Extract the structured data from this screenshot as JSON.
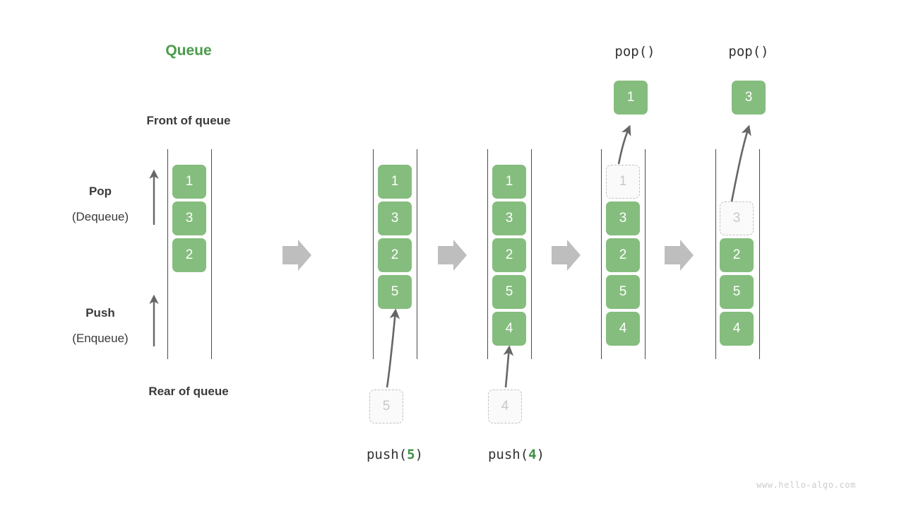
{
  "diagram": {
    "title": "Queue",
    "front_label": "Front of queue",
    "rear_label": "Rear of queue",
    "pop_label": "Pop",
    "pop_sub": "(Dequeue)",
    "push_label": "Push",
    "push_sub": "(Enqueue)",
    "watermark": "www.hello-algo.com",
    "colors": {
      "element": "#85bd7e",
      "element_text": "#ffffff",
      "ghost_fill": "#fafafa",
      "ghost_border": "#c2c2c2",
      "ghost_text": "#c9c9c9",
      "title": "#4a9b4a",
      "label": "#3a3a3a",
      "rail": "#4a4a4a",
      "arrow": "#666666",
      "step_arrow": "#bebebe",
      "watermark": "#cccccc"
    }
  },
  "panels": [
    {
      "id": "initial",
      "caption": "",
      "caption_prefix": "",
      "caption_number": "",
      "caption_suffix": "",
      "op_label": "",
      "popped": "",
      "items": [
        "1",
        "3",
        "2"
      ],
      "ghost_in_queue": "",
      "ghost_below": ""
    },
    {
      "id": "after-push-5",
      "caption_prefix": "push(",
      "caption_number": "5",
      "caption_suffix": ")",
      "op_label": "",
      "popped": "",
      "items": [
        "1",
        "3",
        "2",
        "5"
      ],
      "ghost_in_queue": "",
      "ghost_below": "5"
    },
    {
      "id": "after-push-4",
      "caption_prefix": "push(",
      "caption_number": "4",
      "caption_suffix": ")",
      "op_label": "",
      "popped": "",
      "items": [
        "1",
        "3",
        "2",
        "5",
        "4"
      ],
      "ghost_in_queue": "",
      "ghost_below": "4"
    },
    {
      "id": "after-pop-1",
      "caption_prefix": "",
      "caption_number": "",
      "caption_suffix": "",
      "op_label": "pop()",
      "popped": "1",
      "items": [
        "3",
        "2",
        "5",
        "4"
      ],
      "ghost_in_queue": "1",
      "ghost_below": ""
    },
    {
      "id": "after-pop-3",
      "caption_prefix": "",
      "caption_number": "",
      "caption_suffix": "",
      "op_label": "pop()",
      "popped": "3",
      "items": [
        "2",
        "5",
        "4"
      ],
      "ghost_in_queue": "3",
      "ghost_below": ""
    }
  ]
}
